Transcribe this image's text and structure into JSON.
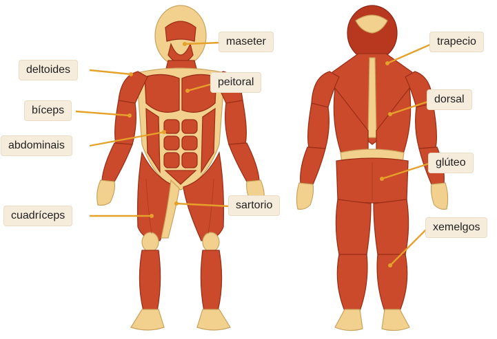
{
  "labels": {
    "maseter": "maseter",
    "deltoides": "deltoides",
    "peitoral": "peitoral",
    "biceps": "bíceps",
    "abdominais": "abdominais",
    "sartorio": "sartorio",
    "cuadriceps": "cuadríceps",
    "trapecio": "trapecio",
    "dorsal": "dorsal",
    "gluteo": "glúteo",
    "xemelgos": "xemelgos"
  },
  "colors": {
    "muscle": "#cc4a2c",
    "tendon": "#f2d18e",
    "leader_line": "#e5a12a",
    "label_background": "#f6ecdc"
  }
}
